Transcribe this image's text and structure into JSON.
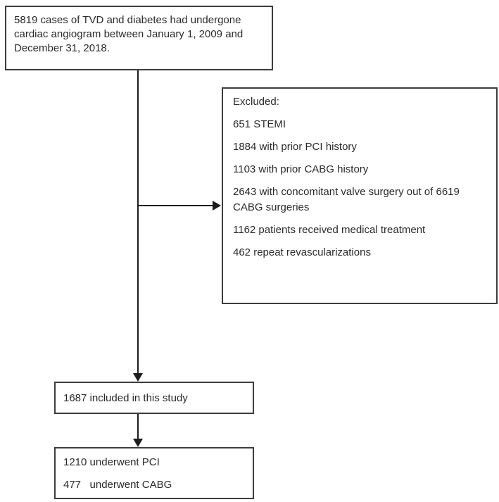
{
  "diagram": {
    "top_box": {
      "text": "5819 cases of TVD and diabetes had undergone cardiac angiogram between January 1, 2009 and December 31, 2018."
    },
    "excluded_box": {
      "title": "Excluded:",
      "items": [
        "651 STEMI",
        "1884 with prior PCI history",
        "1103 with prior CABG history",
        "2643 with concomitant valve surgery out of 6619 CABG surgeries",
        "1162 patients received medical treatment",
        "462 repeat revascularizations"
      ]
    },
    "included_box": {
      "text": "1687 included in this study"
    },
    "outcome_box": {
      "lines": [
        "1210 underwent PCI",
        "477   underwent CABG"
      ]
    }
  },
  "colors": {
    "background": "#ffffff",
    "box_border": "#3d3d3d",
    "text": "#2a2a2a",
    "arrow": "#1c1c1c"
  }
}
